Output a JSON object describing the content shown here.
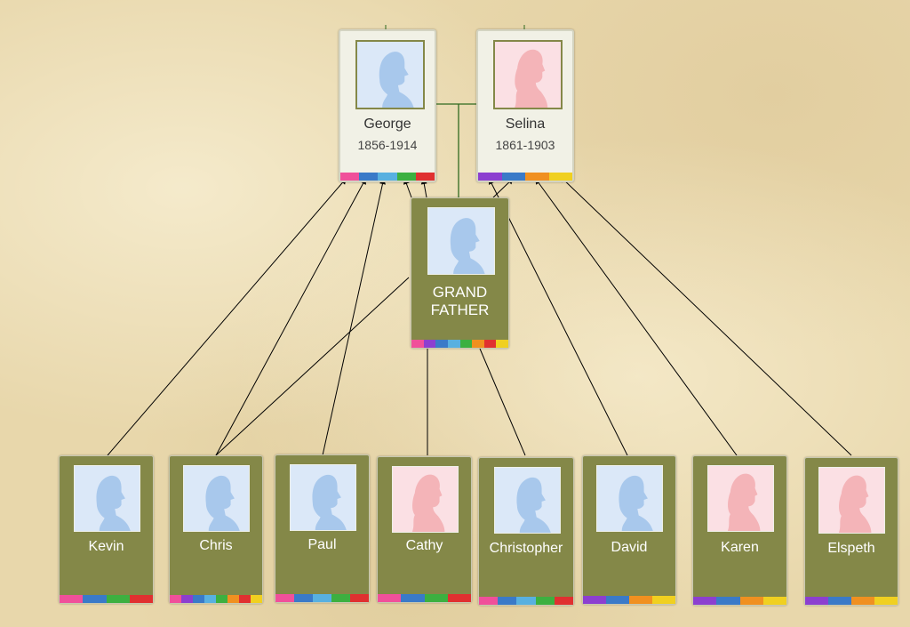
{
  "palette": {
    "pink": "#f0509a",
    "purple": "#8c3fd0",
    "blue": "#3a7ac8",
    "sky": "#58b0e0",
    "green": "#3cb040",
    "orange": "#f09020",
    "red": "#e03030",
    "yellow": "#f0d020"
  },
  "silhouette": {
    "male": "#a8c8ec",
    "female": "#f4b4b8"
  },
  "parents": [
    {
      "name": "George",
      "years": "1856-1914",
      "gender": "male"
    },
    {
      "name": "Selina",
      "years": "1861-1903",
      "gender": "female"
    }
  ],
  "focus": {
    "line1": "GRAND",
    "line2": "FATHER",
    "gender": "male"
  },
  "children": [
    {
      "name": "Kevin",
      "gender": "male"
    },
    {
      "name": "Chris",
      "gender": "male"
    },
    {
      "name": "Paul",
      "gender": "male"
    },
    {
      "name": "Cathy",
      "gender": "female"
    },
    {
      "name": "Christopher",
      "gender": "male"
    },
    {
      "name": "David",
      "gender": "male"
    },
    {
      "name": "Karen",
      "gender": "female"
    },
    {
      "name": "Elspeth",
      "gender": "female"
    }
  ]
}
